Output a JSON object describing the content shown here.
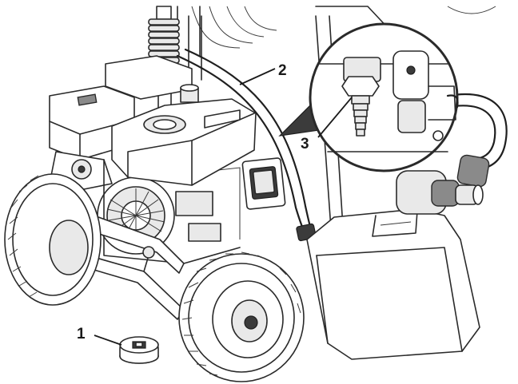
{
  "callouts": [
    {
      "id": "1",
      "label": "1"
    },
    {
      "id": "2",
      "label": "2"
    },
    {
      "id": "3",
      "label": "3"
    }
  ],
  "colors": {
    "line": "#2a2a2a",
    "fill_light": "#e9e9e9",
    "fill_mid": "#8a8a8a",
    "fill_dark": "#3b3b3b",
    "background": "#ffffff"
  }
}
